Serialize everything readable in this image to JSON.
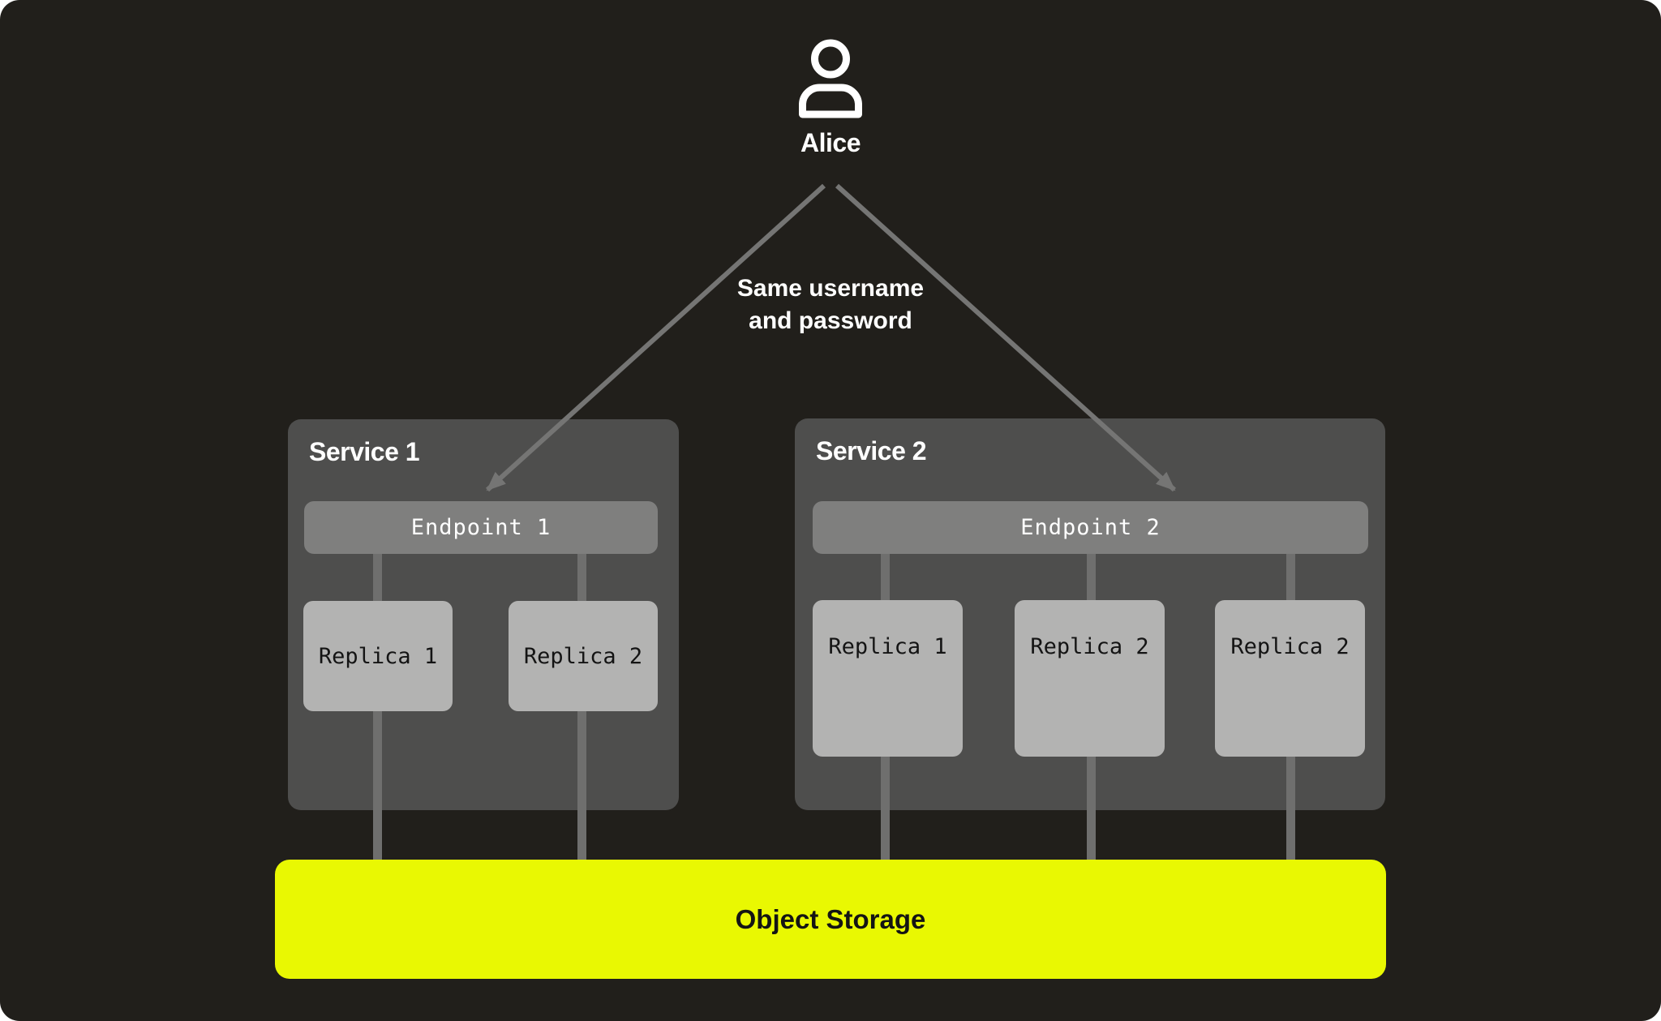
{
  "user": {
    "name": "Alice"
  },
  "annotation": {
    "lines": [
      "Same username",
      "and password"
    ]
  },
  "services": [
    {
      "title": "Service 1",
      "endpoint": "Endpoint 1",
      "replicas": [
        "Replica 1",
        "Replica 2"
      ]
    },
    {
      "title": "Service 2",
      "endpoint": "Endpoint 2",
      "replicas": [
        "Replica 1",
        "Replica 2",
        "Replica 2"
      ]
    }
  ],
  "storage": {
    "label": "Object Storage"
  },
  "colors": {
    "background": "#211f1b",
    "panel": "#4e4e4d",
    "endpoint_bar": "#7f7f7e",
    "replica_box": "#b3b3b2",
    "connector": "#6f6f6e",
    "arrow": "#757574",
    "storage": "#e9f802",
    "text_light": "#ffffff",
    "text_dark": "#141414",
    "page": "#ffffff"
  }
}
